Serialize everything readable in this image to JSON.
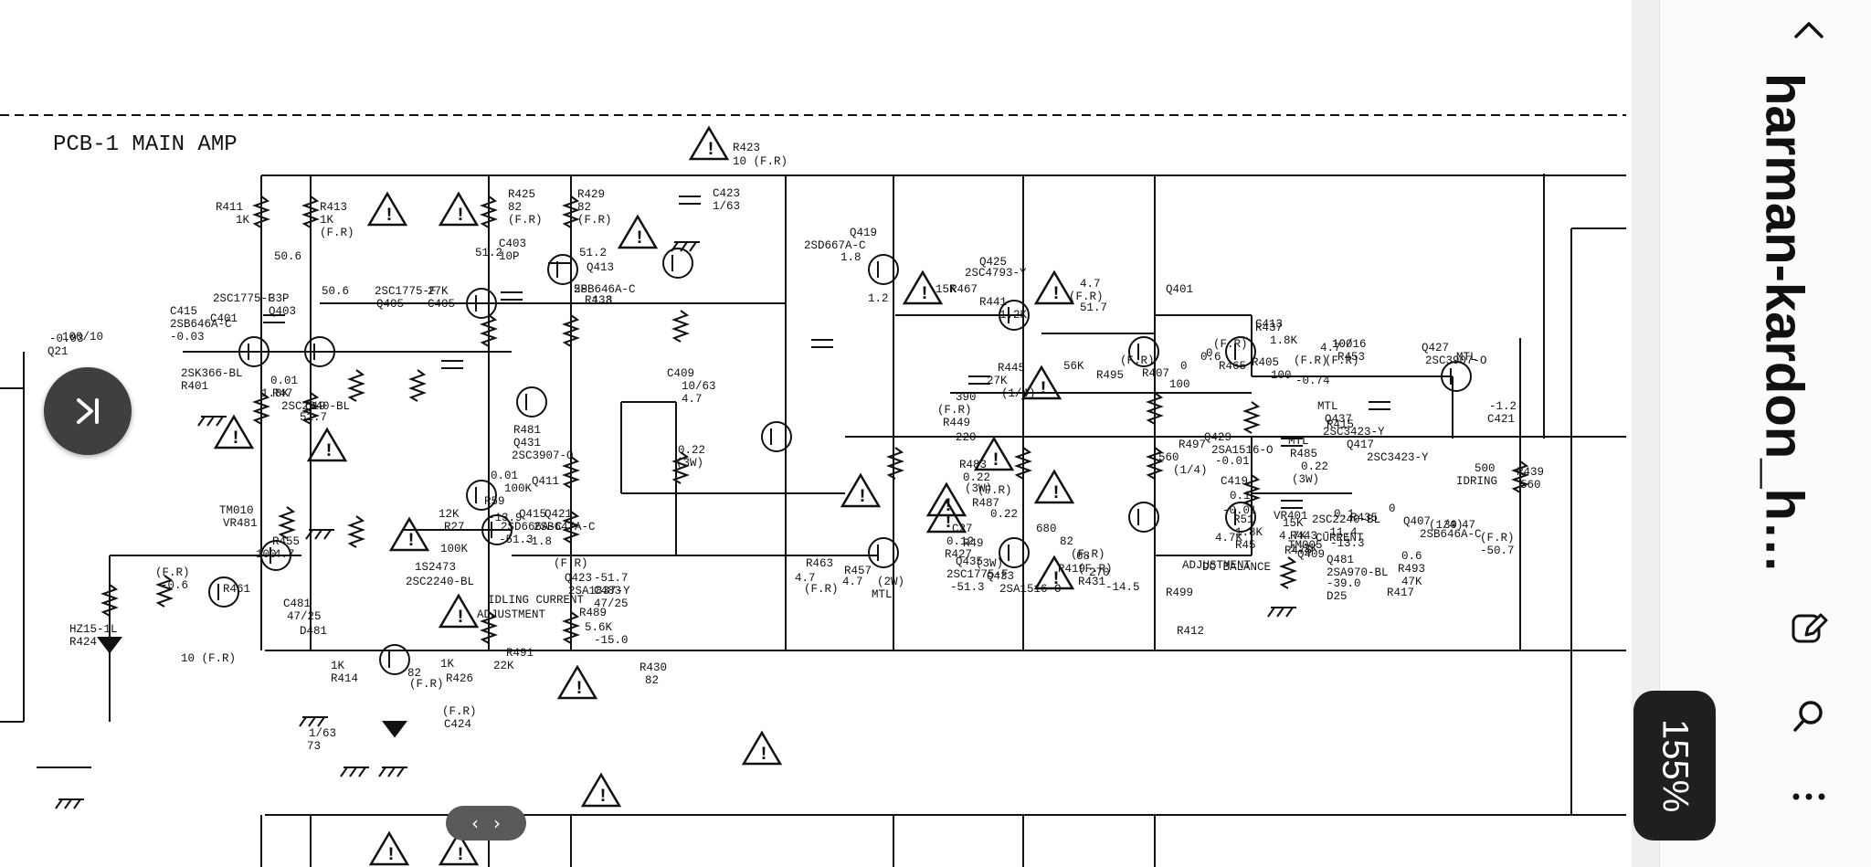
{
  "document": {
    "title": "harman-kardon_h…",
    "zoom": "155%"
  },
  "schematic": {
    "section_title": "PCB-1 MAIN AMP",
    "labels": [
      "R423",
      "10 (F.R)",
      "C423",
      "1/63",
      "R411",
      "1K",
      "R413",
      "1K",
      "(F.R)",
      "R425",
      "82",
      "(F.R)",
      "R429",
      "82",
      "(F.R)",
      "C403",
      "10P",
      "51.2",
      "51.2",
      "50.6",
      "50.6",
      "Q413",
      "2SB646A-C",
      "1.8",
      "Q419",
      "2SD667A-C",
      "1.8",
      "1.2",
      "Q425",
      "2SC4793-Y",
      "R467",
      "4.7",
      "(F.R)",
      "51.7",
      "Q401",
      "2SC1775-F",
      "C415",
      "33P",
      "Q403",
      "2SC1775-F",
      "Q405",
      "2SB646A-C",
      "C401",
      "-0.03",
      "100/10",
      "-0.03",
      "Q21",
      "2SK366-BL",
      "R401",
      "27K",
      "C405",
      "5P",
      "R433",
      "15K",
      "R441",
      "1.2K",
      "R437",
      "1.8K",
      "C413",
      "10/16",
      "R453",
      "100",
      "(F.R)",
      "0.6",
      "R465",
      "4.7",
      "(F.R)",
      "Q427",
      "2SC3907-O",
      "0.01",
      "R47",
      "1.8K",
      "2SC2240-BL",
      "Q19",
      "51.7",
      "0",
      "0",
      "R405",
      "100",
      "(F.R)",
      "R407",
      "100",
      "(F.R)",
      "-0.74",
      "R495",
      "56K",
      "R445",
      "27K",
      "(1/4)",
      "MTL",
      "Q437",
      "2SC3423-Y",
      "Q417",
      "2SC3423-Y",
      "C409",
      "10/63",
      "4.7",
      "Q431",
      "2SC3907-O",
      "0.01",
      "R481",
      "0.22",
      "(3W)",
      "C27",
      "0.12",
      "R49",
      "680",
      "R497",
      "560",
      "(1/4)",
      "MTL",
      "R485",
      "0.22",
      "(3W)",
      "R415",
      "4.7K",
      "DC BALANCE",
      "ADJUSTMENT",
      "R499",
      "39",
      "(1/4)",
      "MTL",
      "R435",
      "15K",
      "R443",
      "1.2K",
      "VR401",
      "500",
      "IDRING",
      "CURRENT",
      "R475",
      "390",
      "(F.R)",
      "R449",
      "220",
      "(F.R)",
      "R487",
      "0.22",
      "(3W)",
      "Q433",
      "2SA1516-O",
      "R483",
      "0.22",
      "(3W)",
      "Q429",
      "2SA1516-O",
      "-0.01",
      "C419",
      "0.1",
      "-0.01",
      "R51",
      "1.8K",
      "R45",
      "4.7K",
      "TM005",
      "Q409",
      "2SC2240-BL",
      "-11.4",
      "-13.3",
      "0",
      "Q407",
      "2SB646A-C",
      "0.6",
      "R493",
      "47K",
      "R417",
      "47",
      "(F.R)",
      "-50.7",
      "R439",
      "560",
      "-1.2",
      "C421",
      "0.1",
      "TM010",
      "VR481",
      "100K",
      "R59",
      "12K",
      "R27",
      "100K",
      "-13.9",
      "Q411",
      "Q415",
      "2SD666A-C",
      "-51.3",
      "Q421",
      "2SB647A-C",
      "-1.8",
      "R455",
      "100",
      "(F.R)",
      "-0.6",
      "R461",
      "4.7",
      "(F.R)",
      "Q423",
      "2SA1837-Y",
      "R463",
      "4.7",
      "(F.R)",
      "R457",
      "4.7",
      "(2W)",
      "MTL",
      "Q435",
      "2SC1775-F",
      "-51.3",
      "R427",
      "68",
      "(F.R)",
      "R431",
      "82",
      "(F.R)",
      "R419",
      "270",
      "-14.5",
      "Q481",
      "2SA970-BL",
      "-39.0",
      "D25",
      "1S2473",
      "2SC2240-BL",
      "-51.7",
      "C483",
      "47/25",
      "R489",
      "5.6K",
      "-15.0",
      "IDLING CURRENT",
      "ADJUSTMENT",
      "R491",
      "22K",
      "C481",
      "47/25",
      "D481",
      "HZ15-1L",
      "R424",
      "10 (F.R)",
      "R412",
      "1K",
      "R414",
      "1K",
      "R426",
      "82",
      "(F.R)",
      "R430",
      "82",
      "(F.R)",
      "C424",
      "1/63",
      "73"
    ]
  }
}
